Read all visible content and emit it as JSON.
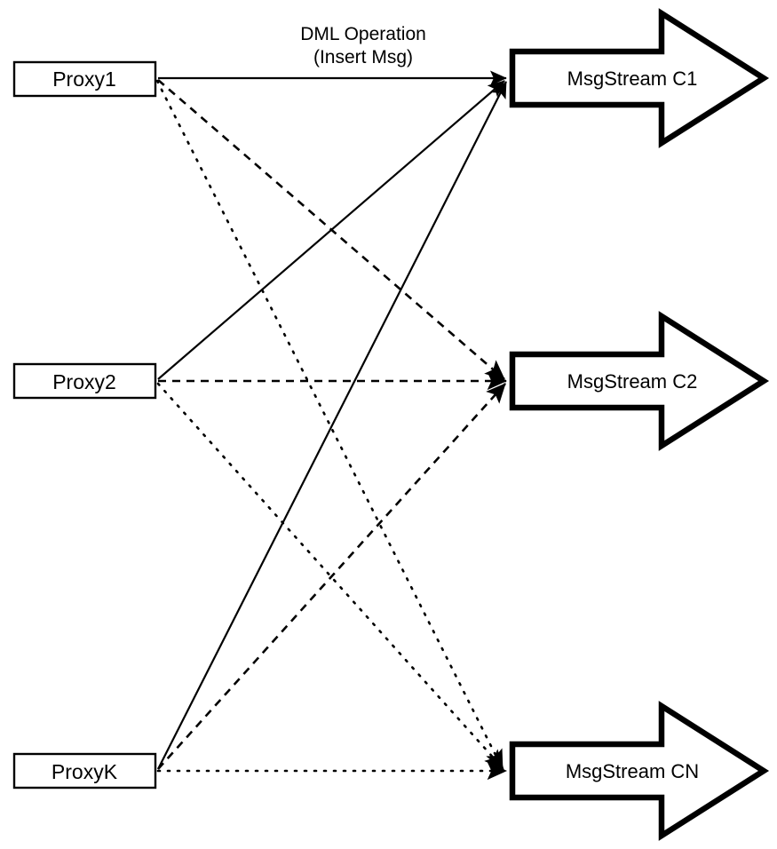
{
  "diagram": {
    "title_caption": {
      "line1": "DML Operation",
      "line2": "(Insert Msg)"
    },
    "colors": {
      "stroke": "#000000",
      "fill": "#ffffff",
      "background": "#ffffff"
    },
    "proxies": [
      {
        "id": "proxy1",
        "label": "Proxy1"
      },
      {
        "id": "proxy2",
        "label": "Proxy2"
      },
      {
        "id": "proxyk",
        "label": "ProxyK"
      }
    ],
    "streams": [
      {
        "id": "stream-c1",
        "label": "MsgStream C1"
      },
      {
        "id": "stream-c2",
        "label": "MsgStream C2"
      },
      {
        "id": "stream-cn",
        "label": "MsgStream CN"
      }
    ],
    "edges": [
      {
        "from": "proxy1",
        "to": "stream-c1",
        "style": "solid"
      },
      {
        "from": "proxy1",
        "to": "stream-c2",
        "style": "dashed"
      },
      {
        "from": "proxy1",
        "to": "stream-cn",
        "style": "dotted"
      },
      {
        "from": "proxy2",
        "to": "stream-c1",
        "style": "solid"
      },
      {
        "from": "proxy2",
        "to": "stream-c2",
        "style": "dashed"
      },
      {
        "from": "proxy2",
        "to": "stream-cn",
        "style": "dotted"
      },
      {
        "from": "proxyk",
        "to": "stream-c1",
        "style": "solid"
      },
      {
        "from": "proxyk",
        "to": "stream-c2",
        "style": "dashed"
      },
      {
        "from": "proxyk",
        "to": "stream-cn",
        "style": "dotted"
      }
    ]
  }
}
